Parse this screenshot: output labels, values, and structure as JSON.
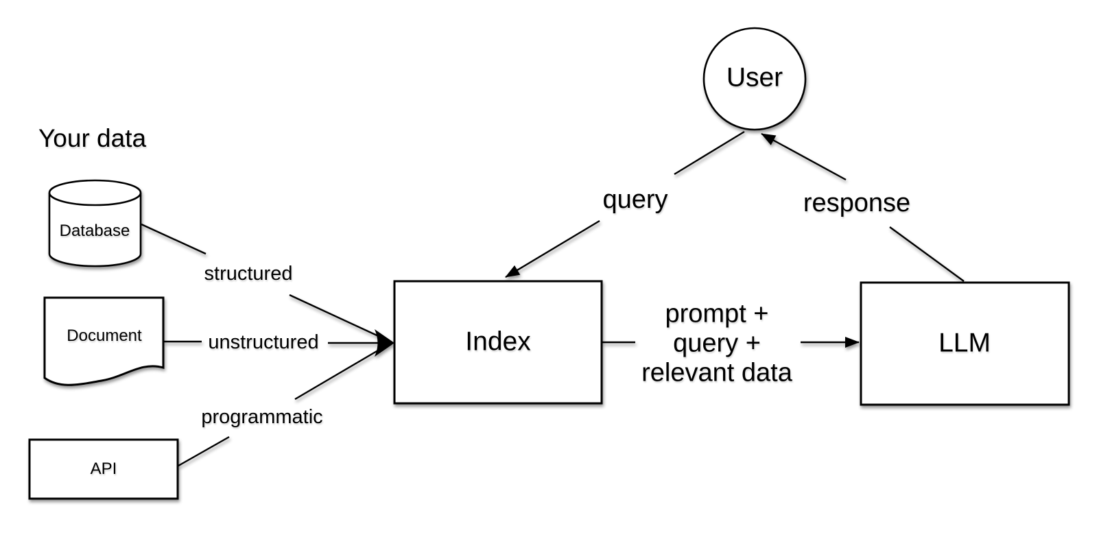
{
  "title": "Your data",
  "nodes": {
    "database": {
      "label": "Database"
    },
    "document": {
      "label": "Document"
    },
    "api": {
      "label": "API"
    },
    "index": {
      "label": "Index"
    },
    "llm": {
      "label": "LLM"
    },
    "user": {
      "label": "User"
    }
  },
  "edges": {
    "structured": {
      "label": "structured"
    },
    "unstructured": {
      "label": "unstructured"
    },
    "programmatic": {
      "label": "programmatic"
    },
    "query": {
      "label": "query"
    },
    "response": {
      "label": "response"
    },
    "prompt": {
      "label": "prompt +\nquery +\nrelevant data"
    }
  },
  "colors": {
    "stroke": "#000000",
    "background": "#ffffff"
  }
}
